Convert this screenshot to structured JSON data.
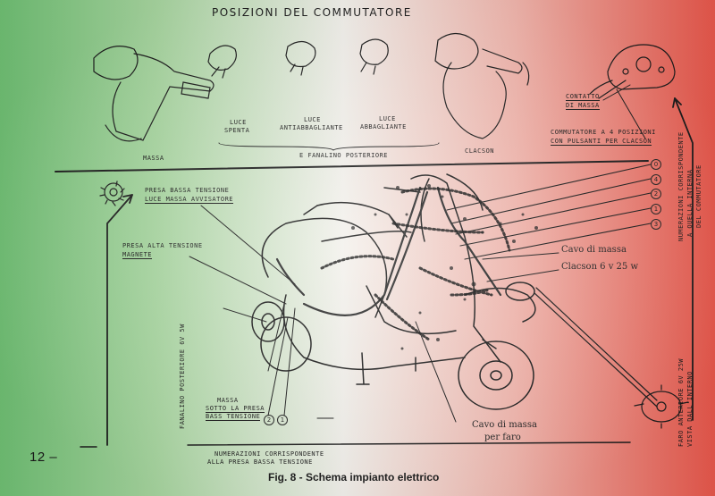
{
  "header": {
    "title": "POSIZIONI DEL COMMUTATORE"
  },
  "switch_positions": {
    "massa": "MASSA",
    "luce_spenta": [
      "LUCE",
      "SPENTA"
    ],
    "luce_antiabbagliante": [
      "LUCE",
      "ANTIABBAGLIANTE"
    ],
    "luce_abbagliante": [
      "LUCE",
      "ABBAGLIANTE"
    ],
    "clacson": "CLACSON",
    "fanalino_note": "E FANALINO POSTERIORE"
  },
  "callouts": {
    "contatto_massa": [
      "CONTATTO",
      "DI MASSA"
    ],
    "commutatore": [
      "COMMUTATORE A 4 POSIZIONI",
      "CON PULSANTI PER CLACSON"
    ],
    "numerazioni_commutatore": [
      "NUMERAZIONI CORRISPONDENTE",
      "A QUELLA INTERNA",
      "DEL COMMUTATORE"
    ],
    "presa_bassa": [
      "PRESA BASSA TENSIONE",
      "LUCE MASSA AVVISATORE"
    ],
    "presa_alta": [
      "PRESA ALTA TENSIONE",
      "MAGNETE"
    ],
    "fanalino_posteriore": "FANALINO POSTERIORE 6V 5W",
    "massa_presa": [
      "MASSA",
      "SOTTO LA PRESA",
      "BASS TENSIONE"
    ],
    "numerazioni_presa": [
      "NUMERAZIONI CORRISPONDENTE",
      "ALLA PRESA BASSA TENSIONE"
    ],
    "faro_anteriore": [
      "FARO ANTERIORE 6V 25W",
      "VISTA DALL'INTERNO"
    ],
    "cavo_massa": "Cavo di massa",
    "clacson_spec": "Clacson 6 v 25 w",
    "cavo_massa_faro": [
      "Cavo di massa",
      "per faro"
    ]
  },
  "terminal_numbers": [
    "0",
    "4",
    "2",
    "1",
    "3"
  ],
  "bottom_numbers": [
    "2",
    "1"
  ],
  "caption": "Fig. 8 - Schema impianto elettrico",
  "page_number": "12 –"
}
